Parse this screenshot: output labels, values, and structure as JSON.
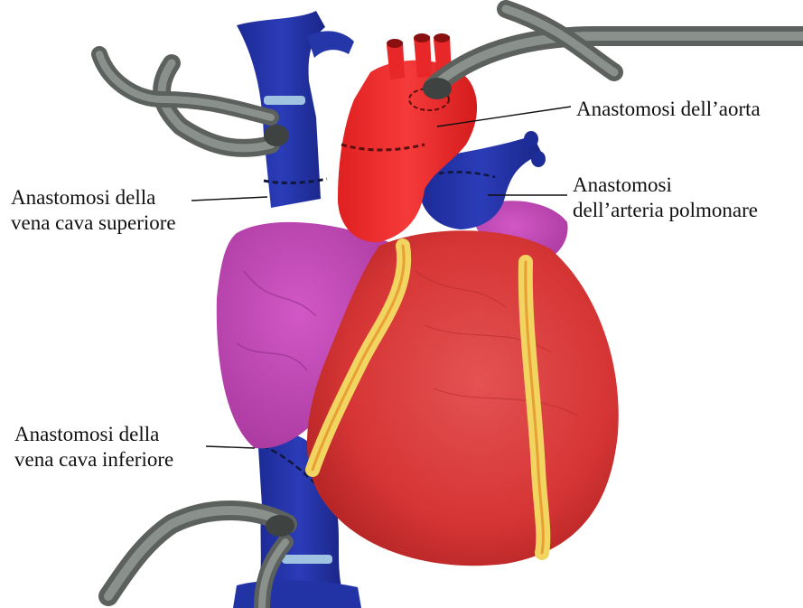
{
  "labels": {
    "aorta": [
      "Anastomosi dell’aorta"
    ],
    "pulmonary_artery": [
      "Anastomosi",
      "dell’arteria polmonare"
    ],
    "superior_vena_cava": [
      "Anastomosi della",
      "vena cava superiore"
    ],
    "inferior_vena_cava": [
      "Anastomosi della",
      "vena cava inferiore"
    ]
  },
  "colors": {
    "aorta": "#ee2a2a",
    "veins": "#2233aa",
    "atria": "#c048b6",
    "ventricles": "#d83a3a",
    "coronary_vessels": "#f0d25a",
    "clamps": "#6e7470"
  }
}
